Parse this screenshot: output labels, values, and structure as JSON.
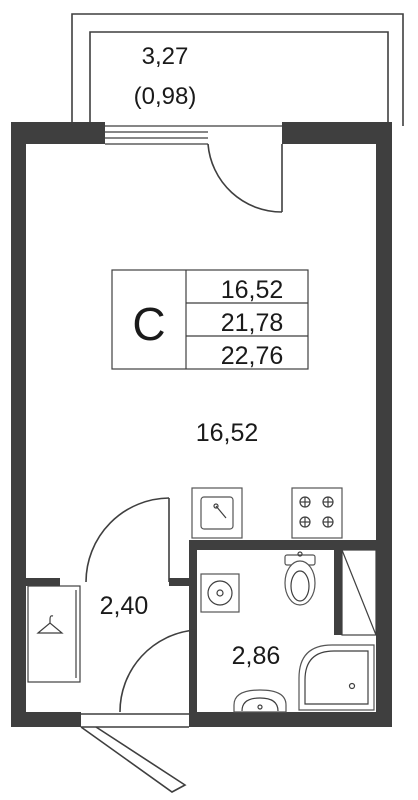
{
  "balcony": {
    "area": "3,27",
    "area_reduced": "(0,98)"
  },
  "summary": {
    "type_letter": "C",
    "living_area": "16,52",
    "total_area": "21,78",
    "total_with_balcony": "22,76"
  },
  "rooms": {
    "main_room": "16,52",
    "hallway": "2,40",
    "bathroom": "2,86"
  },
  "colors": {
    "wall": "#3f3f3f",
    "line": "#3f3f3f",
    "background": "#ffffff"
  }
}
